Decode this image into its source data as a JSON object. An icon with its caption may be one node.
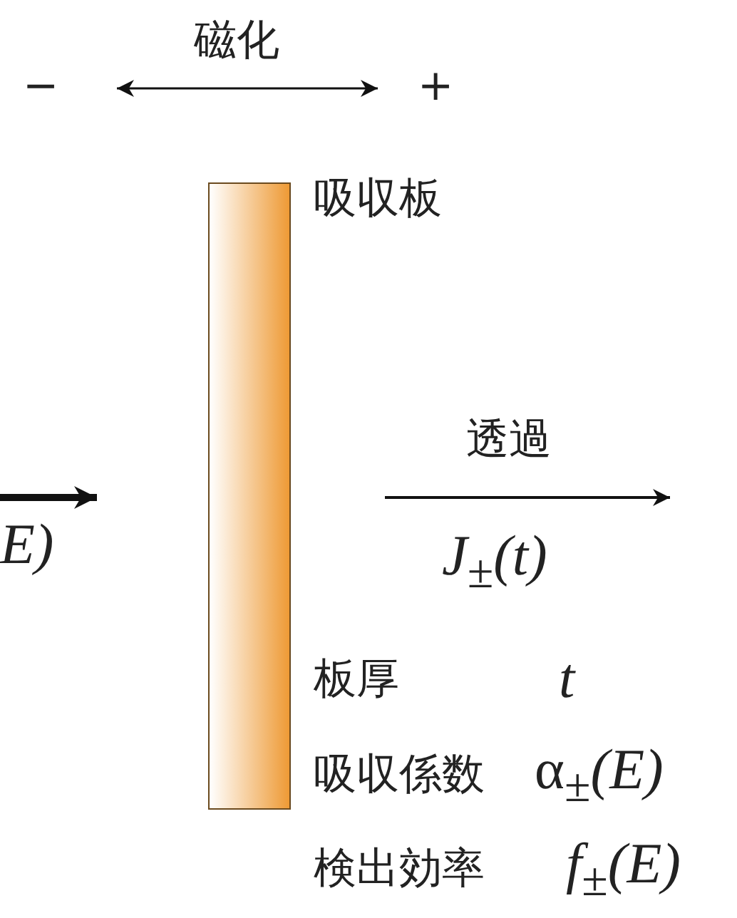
{
  "diagram": {
    "nodes": [
      {
        "text": [],
        "shape": "bar",
        "beside": [
          "吸収板"
        ]
      }
    ],
    "labels": [
      "磁化",
      "−",
      "+",
      "透過",
      "E)",
      "*J*$_{±}$*(t)*",
      "板厚",
      "t",
      "吸収係数",
      "α$_{±}$*(E)*",
      "検出効率",
      "*f*$_{±}$*(E)*"
    ]
  }
}
